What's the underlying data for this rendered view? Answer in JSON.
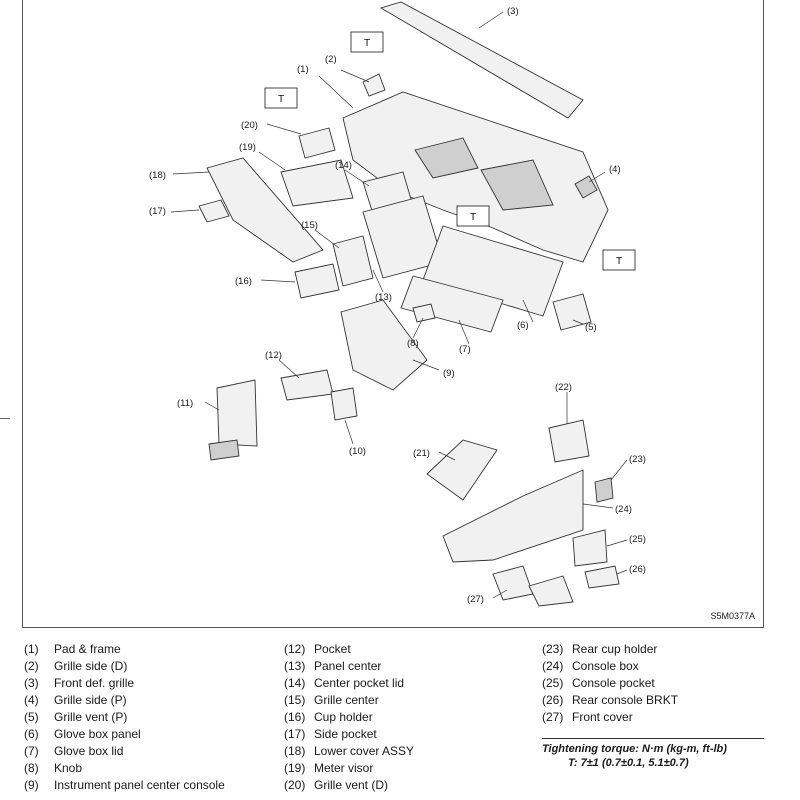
{
  "figure": {
    "code": "S5M0377A",
    "torque_marker": "T",
    "callouts": [
      "(1)",
      "(2)",
      "(3)",
      "(4)",
      "(5)",
      "(6)",
      "(7)",
      "(8)",
      "(9)",
      "(10)",
      "(11)",
      "(12)",
      "(13)",
      "(14)",
      "(15)",
      "(16)",
      "(17)",
      "(18)",
      "(19)",
      "(20)",
      "(21)",
      "(22)",
      "(23)",
      "(24)",
      "(25)",
      "(26)",
      "(27)"
    ]
  },
  "legend": {
    "col1": [
      {
        "num": "(1)",
        "name": "Pad & frame"
      },
      {
        "num": "(2)",
        "name": "Grille side (D)"
      },
      {
        "num": "(3)",
        "name": "Front def. grille"
      },
      {
        "num": "(4)",
        "name": "Grille side (P)"
      },
      {
        "num": "(5)",
        "name": "Grille vent (P)"
      },
      {
        "num": "(6)",
        "name": "Glove box panel"
      },
      {
        "num": "(7)",
        "name": "Glove box lid"
      },
      {
        "num": "(8)",
        "name": "Knob"
      },
      {
        "num": "(9)",
        "name": "Instrument panel center console"
      }
    ],
    "col2": [
      {
        "num": "(12)",
        "name": "Pocket"
      },
      {
        "num": "(13)",
        "name": "Panel center"
      },
      {
        "num": "(14)",
        "name": "Center pocket lid"
      },
      {
        "num": "(15)",
        "name": "Grille center"
      },
      {
        "num": "(16)",
        "name": "Cup holder"
      },
      {
        "num": "(17)",
        "name": "Side pocket"
      },
      {
        "num": "(18)",
        "name": "Lower cover ASSY"
      },
      {
        "num": "(19)",
        "name": "Meter visor"
      },
      {
        "num": "(20)",
        "name": "Grille vent (D)"
      }
    ],
    "col3": [
      {
        "num": "(23)",
        "name": "Rear cup holder"
      },
      {
        "num": "(24)",
        "name": "Console box"
      },
      {
        "num": "(25)",
        "name": "Console pocket"
      },
      {
        "num": "(26)",
        "name": "Rear console BRKT"
      },
      {
        "num": "(27)",
        "name": "Front cover"
      }
    ]
  },
  "torque": {
    "heading": "Tightening torque: N·m (kg-m, ft-lb)",
    "value": "T: 7±1 (0.7±0.1, 5.1±0.7)"
  }
}
